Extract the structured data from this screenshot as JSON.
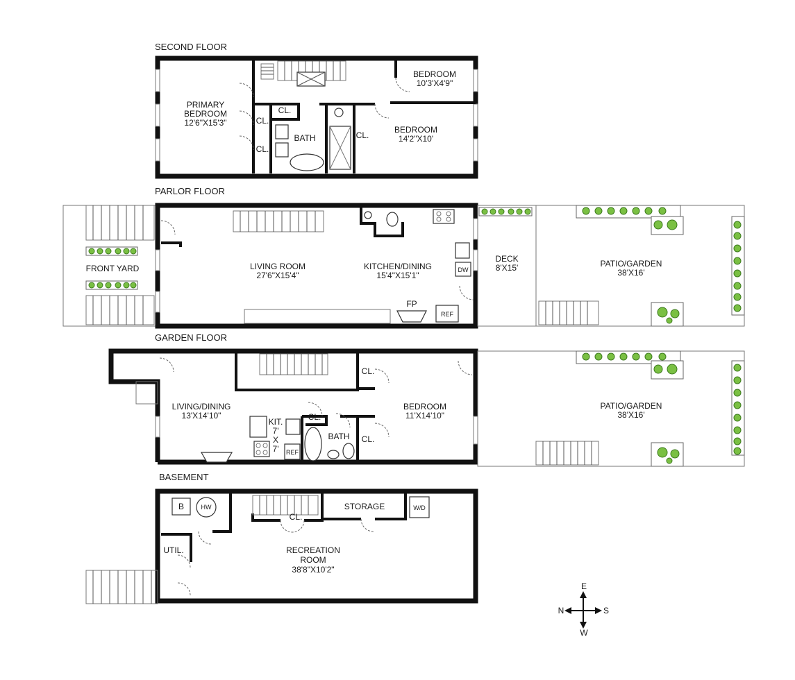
{
  "floors": {
    "second": "SECOND FLOOR",
    "parlor": "PARLOR FLOOR",
    "garden": "GARDEN FLOOR",
    "basement": "BASEMENT"
  },
  "rooms": {
    "primary_bedroom_l1": "PRIMARY",
    "primary_bedroom_l2": "BEDROOM",
    "primary_bedroom_dim": "12'6\"X15'3\"",
    "bedroom_small": "BEDROOM",
    "bedroom_small_dim": "10'3'X4'9\"",
    "bedroom_2f": "BEDROOM",
    "bedroom_2f_dim": "14'2\"X10'",
    "bath_2f": "BATH",
    "closet": "CL.",
    "front_yard": "FRONT YARD",
    "living_room": "LIVING ROOM",
    "living_room_dim": "27'6\"X15'4\"",
    "kitchen_dining": "KITCHEN/DINING",
    "kitchen_dining_dim": "15'4\"X15'1\"",
    "fp": "FP",
    "ref": "REF",
    "dw": "DW",
    "deck": "DECK",
    "deck_dim": "8'X15'",
    "patio_garden": "PATIO/GARDEN",
    "patio_garden_dim": "38'X16'",
    "living_dining": "LIVING/DINING",
    "living_dining_dim": "13'X14'10\"",
    "kit_l1": "KIT.",
    "kit_l2": "7'",
    "kit_l3": "X",
    "kit_l4": "7'",
    "bath_gf": "BATH",
    "bedroom_gf": "BEDROOM",
    "bedroom_gf_dim": "11'X14'10\"",
    "boiler": "B",
    "hw": "HW",
    "storage": "STORAGE",
    "wd": "W/D",
    "util": "UTIL.",
    "recreation_l1": "RECREATION",
    "recreation_l2": "ROOM",
    "recreation_dim": "38'8\"X10'2\""
  },
  "compass": {
    "n": "N",
    "s": "S",
    "e": "E",
    "w": "W"
  },
  "colors": {
    "wall": "#111111",
    "shrub": "#7ac043",
    "shrub_stroke": "#3c7a1e"
  }
}
